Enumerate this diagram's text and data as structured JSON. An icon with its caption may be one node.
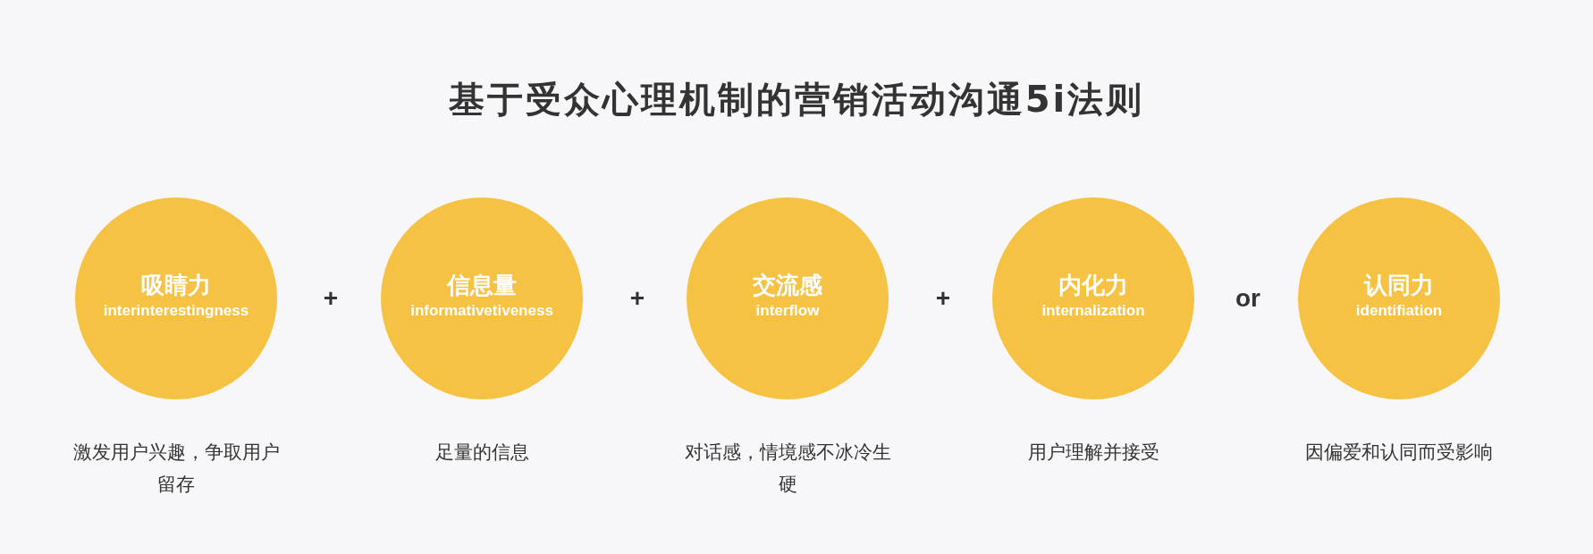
{
  "diagram": {
    "title": "基于受众心理机制的营销活动沟通5i法则",
    "nodes": [
      {
        "text": [
          "吸睛力",
          "interinterestingness"
        ],
        "beside": [
          "激发用户兴趣，争取用户留存"
        ]
      },
      {
        "text": [
          "信息量",
          "informativetiveness"
        ],
        "beside": [
          "足量的信息"
        ]
      },
      {
        "text": [
          "交流感",
          "interflow"
        ],
        "beside": [
          "对话感，情境感不冰冷生硬"
        ]
      },
      {
        "text": [
          "内化力",
          "internalization"
        ],
        "beside": [
          "用户理解并接受"
        ]
      },
      {
        "text": [
          "认同力",
          "identifiation"
        ],
        "beside": [
          "因偏爱和认同而受影响"
        ]
      }
    ],
    "labels": [
      "+",
      "+",
      "+",
      "or"
    ]
  }
}
